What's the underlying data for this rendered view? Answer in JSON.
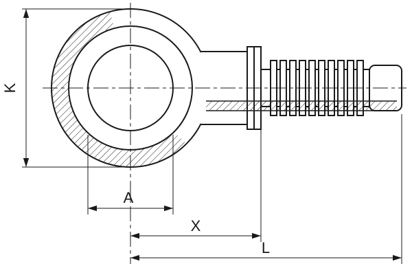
{
  "drawing": {
    "kind": "technical-drawing-banjo-fitting-with-hose-nipple-section-view",
    "colors": {
      "line": "#1a1a1a",
      "background": "#ffffff"
    },
    "labels": {
      "k": "K",
      "a": "A",
      "x": "X",
      "l": "L"
    },
    "features": [
      "ring-eye",
      "eye-bore",
      "section-hatch",
      "hose-nipple",
      "stop-collar",
      "serrations",
      "nipple-tip",
      "centerlines",
      "dimension-K-vertical-eye-outer-diameter",
      "dimension-A-eye-bore-diameter",
      "dimension-X-center-to-collar",
      "dimension-L-center-to-tip"
    ]
  }
}
